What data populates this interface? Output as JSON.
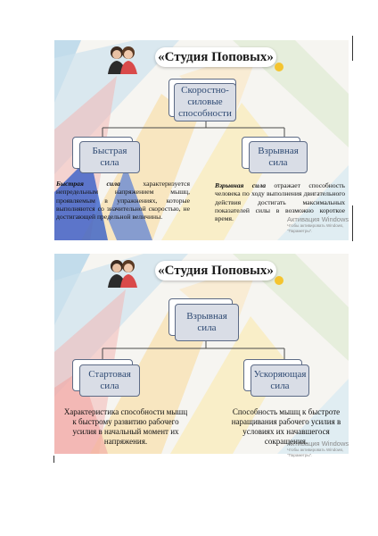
{
  "slide1": {
    "banner_title": "«Студия Поповых»",
    "root_node": "Скоростно-\nсиловые\nспособности",
    "left_node": "Быстрая\nсила",
    "right_node": "Взрывная\nсила",
    "left_desc_term": "Быстрая сила",
    "left_desc_text": " характеризуется непредельным напряжением мышц, проявляемым в упражнениях, которые выполняются со значительной скоростью, не достигающей предельной величины.",
    "right_desc_term": "Взрывная сила",
    "right_desc_text": " отражает способность человека по ходу выполнения двигательного действия достигать максимальных показателей силы в возможно короткое время."
  },
  "slide2": {
    "banner_title": "«Студия Поповых»",
    "root_node": "Взрывная\nсила",
    "left_node": "Стартовая\nсила",
    "right_node": "Ускоряющая\nсила",
    "left_desc": "Характеристика способности мышц к быстрому развитию рабочего усилия в начальный момент их напряжения.",
    "right_desc": "Способность мышц к быстроте наращивания рабочего усилия в условиях их начавшегося сокращения."
  },
  "watermark": {
    "title": "Активация Windows",
    "line1": "Чтобы активировать Windows,",
    "line2": "\"Параметры\"."
  },
  "colors": {
    "node_fill": "#d9dde6",
    "node_border": "#5d6b86",
    "node_text": "#2f4a73",
    "banner_bg": "#ffffff"
  },
  "icons": [
    "couple-avatar-icon",
    "star-icon"
  ]
}
